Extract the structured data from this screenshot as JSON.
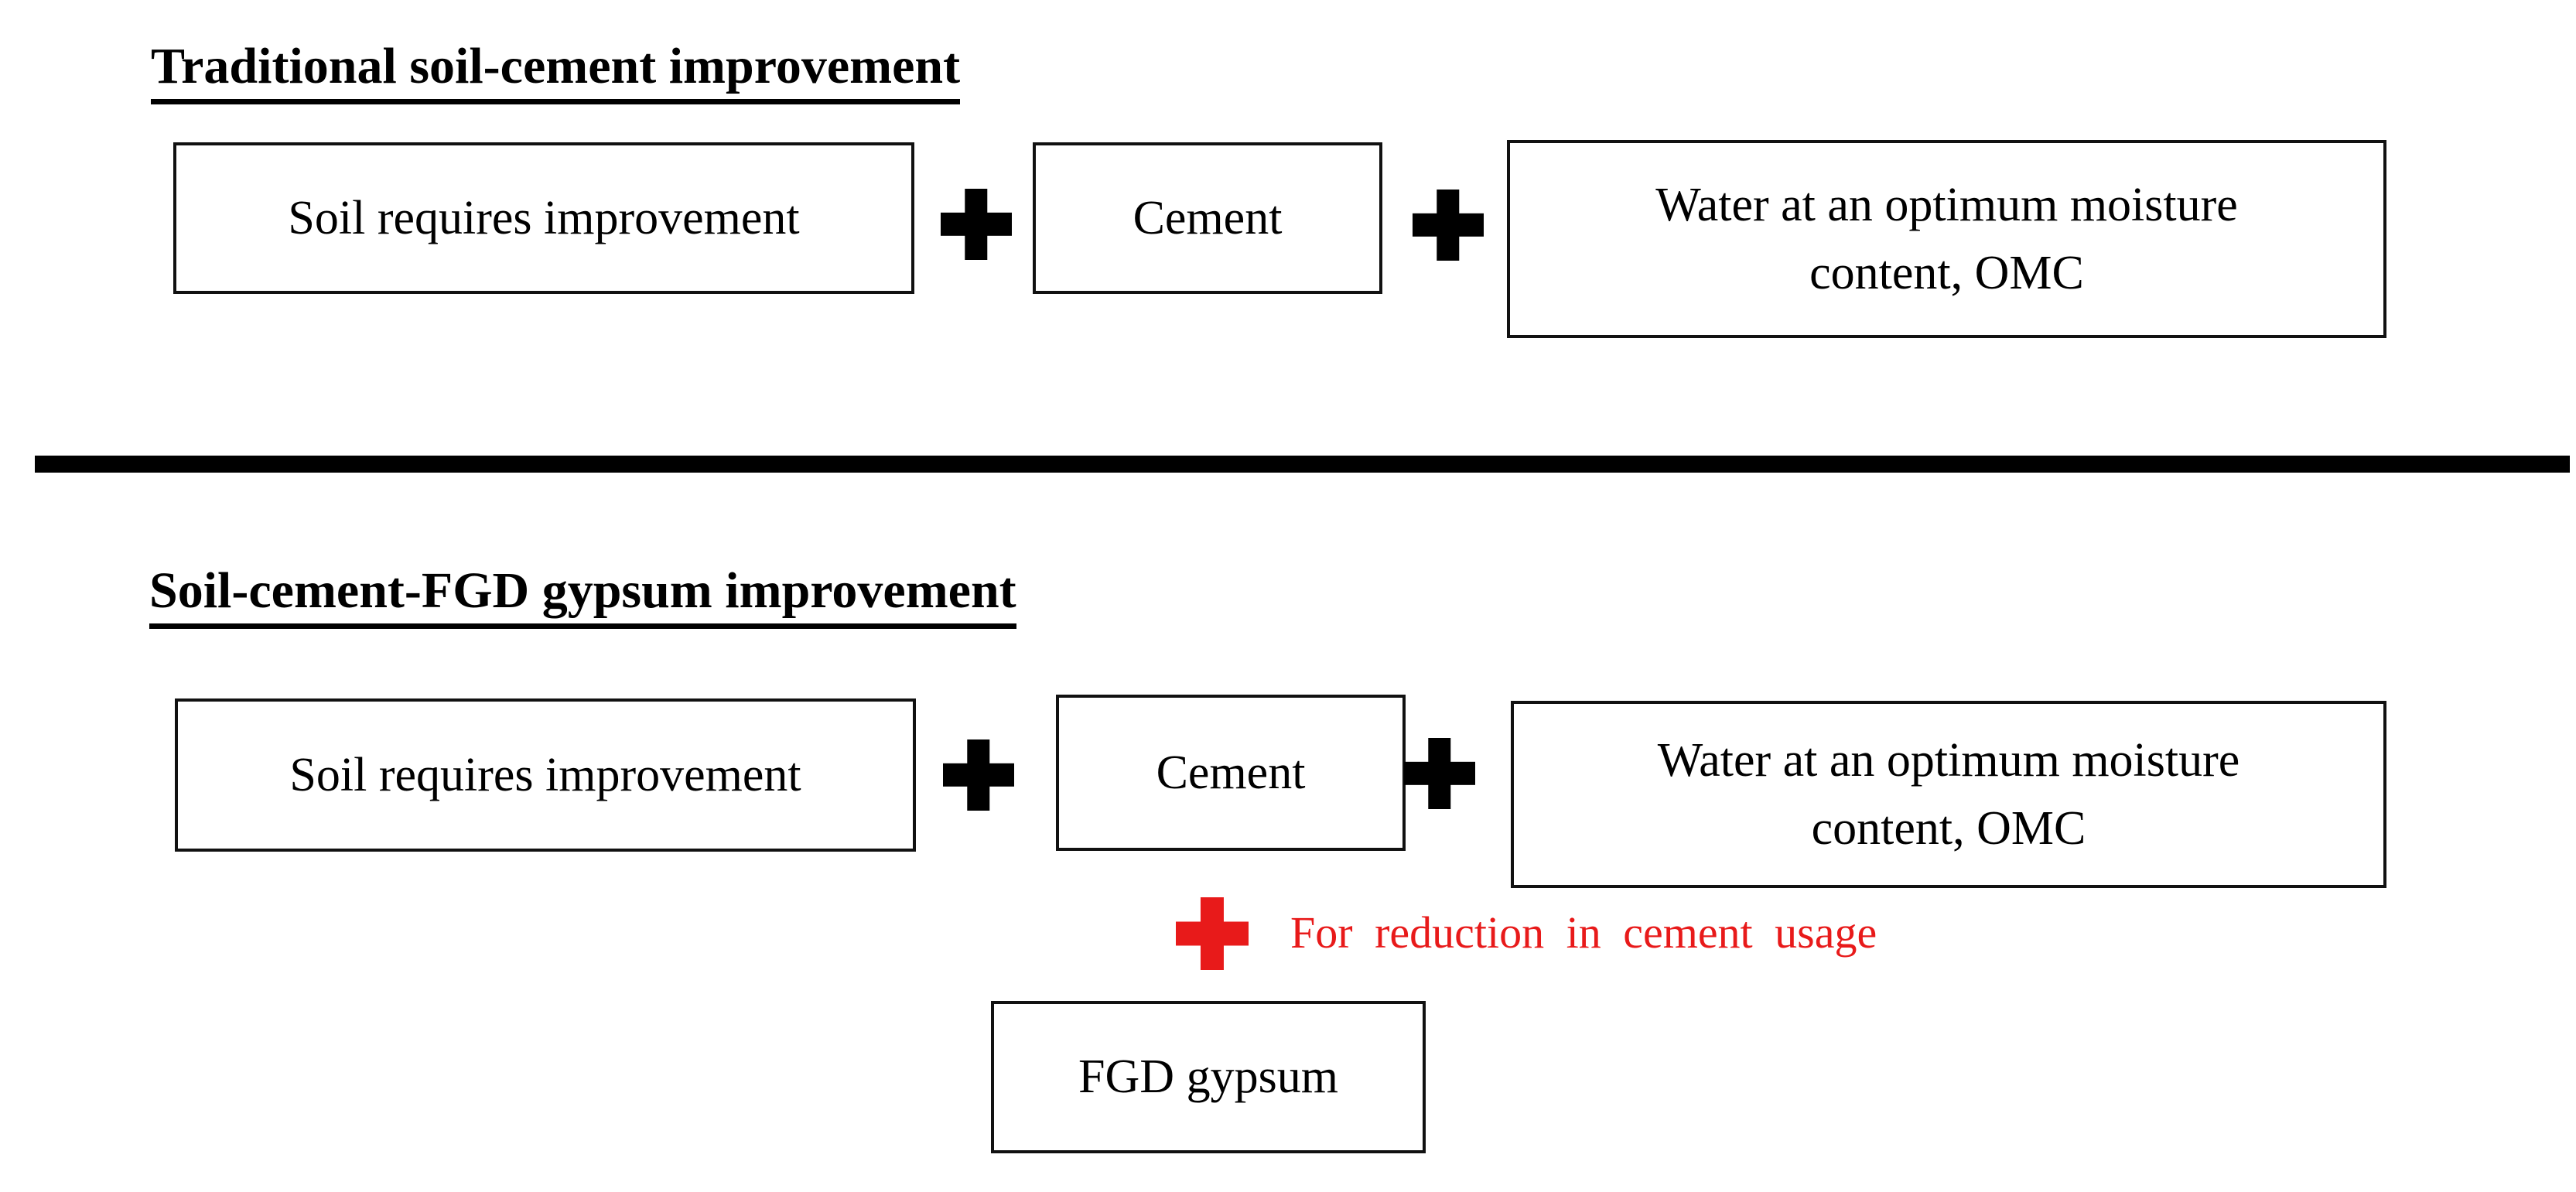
{
  "diagram": {
    "section_traditional": {
      "title": "Traditional soil-cement improvement",
      "soil_box": "Soil requires improvement",
      "cement_box": "Cement",
      "water_box_line1": "Water at an optimum moisture",
      "water_box_line2": "content, OMC"
    },
    "section_fgd": {
      "title": "Soil-cement-FGD gypsum improvement",
      "soil_box": "Soil requires improvement",
      "cement_box": "Cement",
      "water_box_line1": "Water at an optimum moisture",
      "water_box_line2": "content, OMC",
      "red_note": "For reduction in cement usage",
      "fgd_box": "FGD gypsum"
    },
    "icons": {
      "plus": "plus-cross"
    },
    "colors": {
      "red_accent": "#e81a1a",
      "black": "#000000",
      "background": "#ffffff"
    }
  }
}
